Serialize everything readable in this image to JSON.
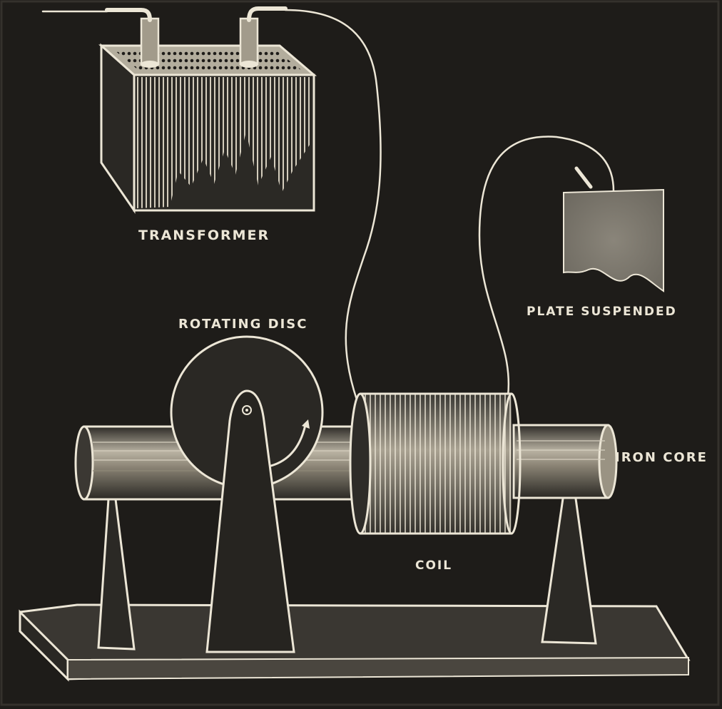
{
  "labels": {
    "transformer": "TRANSFORMER",
    "rotating_disc": "ROTATING DISC",
    "plate_suspended": "PLATE SUSPENDED",
    "iron_core": "IRON CORE",
    "coil": "COIL"
  },
  "colors": {
    "background": "#1e1c19",
    "ink": "#ece6d6"
  }
}
